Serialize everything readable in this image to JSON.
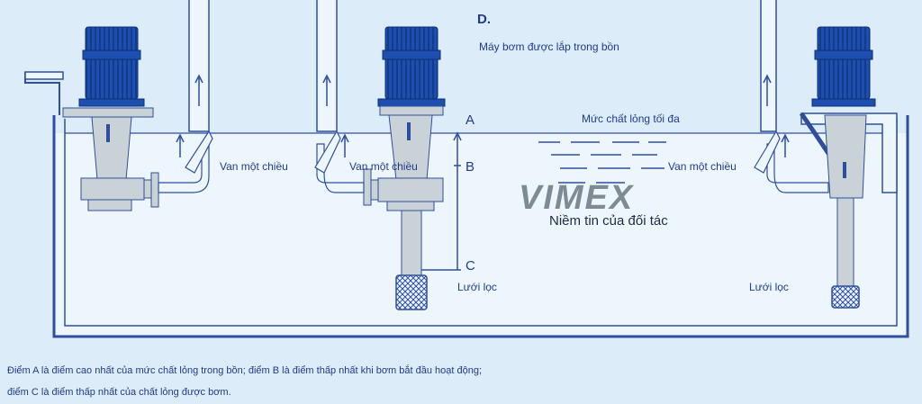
{
  "heading": "D.",
  "subtitle": "Máy bơm được lắp trong bồn",
  "labels": {
    "max_level": "Mức chất lỏng tối đa",
    "check_valve": "Van một chiều",
    "filter": "Lưới lọc",
    "point_a": "A",
    "point_b": "B",
    "point_c": "C"
  },
  "logo": {
    "brand": "VIMEX",
    "slogan": "Niềm tin của đối tác"
  },
  "notes": [
    "Điểm A là điểm cao nhất của mức chất lỏng trong bồn; điểm B là điểm thấp nhất khi bơm bắt đầu hoạt động;",
    "điểm C là điểm thấp nhất của chất lỏng được bơm."
  ],
  "colors": {
    "background": "#dcecf8",
    "outline": "#2f4f9e",
    "liquid": "#eef6fd",
    "motor": "#1d4fb0",
    "pump_body": "#c9d2d6",
    "logo": "#7e8a94"
  }
}
